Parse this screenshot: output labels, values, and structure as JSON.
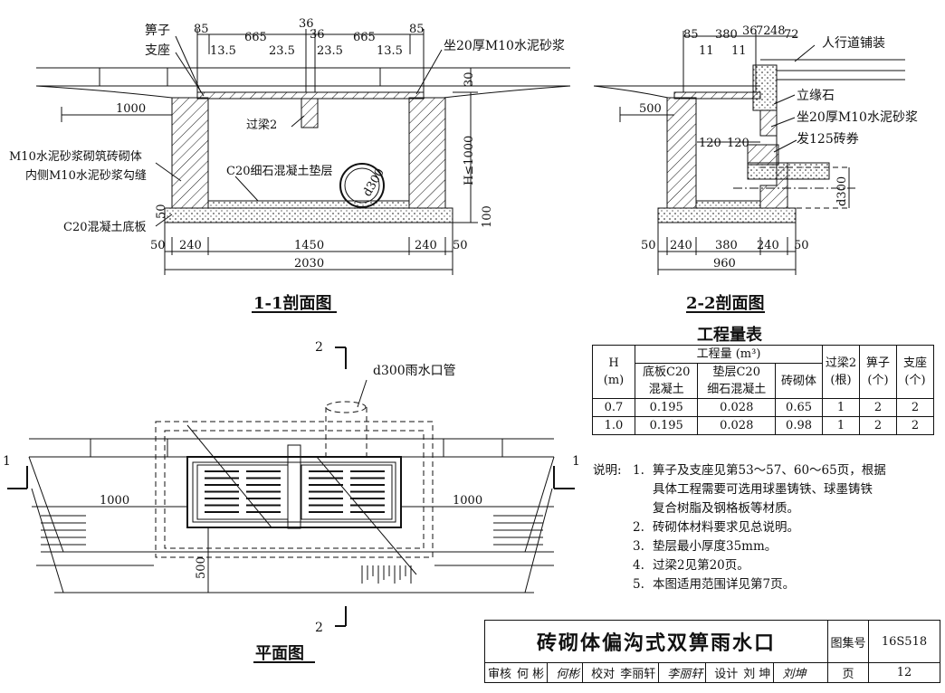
{
  "section_1_1": {
    "title": "1-1剖面图",
    "label_grate": "箅子",
    "label_support": "支座",
    "label_mortar_top": "坐20厚M10水泥砂浆",
    "label_masonry_1": "M10水泥砂浆砌筑砖砌体",
    "label_masonry_2": "内侧M10水泥砂浆勾缝",
    "label_cushion": "C20细石混凝土垫层",
    "label_base": "C20混凝土底板",
    "label_beam": "过梁2",
    "label_pipe": "d300",
    "label_h": "H≤1000",
    "dims_top": [
      "85",
      "665",
      "36",
      "36",
      "665",
      "85"
    ],
    "dims_top2": [
      "13.5",
      "23.5",
      "23.5",
      "13.5"
    ],
    "dim_1000": "1000",
    "dim_30": "30",
    "dim_50": "50",
    "dim_100": "100",
    "dims_bottom": [
      "50",
      "240",
      "1450",
      "240",
      "50"
    ],
    "dim_total": "2030"
  },
  "section_2_2": {
    "title": "2-2剖面图",
    "label_paving": "人行道铺装",
    "label_curb": "立缘石",
    "label_mortar": "坐20厚M10水泥砂浆",
    "label_arch": "发125砖券",
    "dims_top": [
      "85",
      "380",
      "36",
      "72",
      "48",
      "72"
    ],
    "dims_top2": [
      "11",
      "11"
    ],
    "dim_500": "500",
    "dims_mid": [
      "120",
      "120"
    ],
    "dim_d300": "d300",
    "dims_bottom": [
      "50",
      "240",
      "380",
      "240",
      "50"
    ],
    "dim_total": "960"
  },
  "plan": {
    "title": "平面图",
    "section_mark_2": "2",
    "section_mark_1": "1",
    "label_pipe": "d300雨水口管",
    "dim_left": "1000",
    "dim_right": "1000",
    "dim_500": "500"
  },
  "quantity_table": {
    "title": "工程量表",
    "h_head_1": "H",
    "h_head_2": "(m)",
    "group_head": "工程量 (m³)",
    "col_base": [
      "底板C20",
      "混凝土"
    ],
    "col_cushion": [
      "垫层C20",
      "细石混凝土"
    ],
    "col_masonry": "砖砌体",
    "col_beam": [
      "过梁2",
      "(根)"
    ],
    "col_grate": [
      "箅子",
      "(个)"
    ],
    "col_support": [
      "支座",
      "(个)"
    ],
    "rows": [
      {
        "h": "0.7",
        "base": "0.195",
        "cushion": "0.028",
        "masonry": "0.65",
        "beam": "1",
        "grate": "2",
        "support": "2"
      },
      {
        "h": "1.0",
        "base": "0.195",
        "cushion": "0.028",
        "masonry": "0.98",
        "beam": "1",
        "grate": "2",
        "support": "2"
      }
    ]
  },
  "notes": {
    "label": "说明:",
    "items": [
      {
        "num": "1.",
        "lines": [
          "箅子及支座见第53～57、60～65页，根据",
          "具体工程需要可选用球墨铸铁、球墨铸铁",
          "复合树脂及钢格板等材质。"
        ]
      },
      {
        "num": "2.",
        "lines": [
          "砖砌体材料要求见总说明。"
        ]
      },
      {
        "num": "3.",
        "lines": [
          "垫层最小厚度35mm。"
        ]
      },
      {
        "num": "4.",
        "lines": [
          "过梁2见第20页。"
        ]
      },
      {
        "num": "5.",
        "lines": [
          "本图适用范围详见第7页。"
        ]
      }
    ]
  },
  "title_block": {
    "drawing_title": "砖砌体偏沟式双箅雨水口",
    "atlas_label": "图集号",
    "atlas_no": "16S518",
    "page_label": "页",
    "page_no": "12",
    "review_label": "审核",
    "review_name": "何 彬",
    "review_sig": "何彬",
    "check_label": "校对",
    "check_name": "李丽轩",
    "check_sig": "李丽轩",
    "design_label": "设计",
    "design_name": "刘 坤",
    "design_sig": "刘坤"
  }
}
